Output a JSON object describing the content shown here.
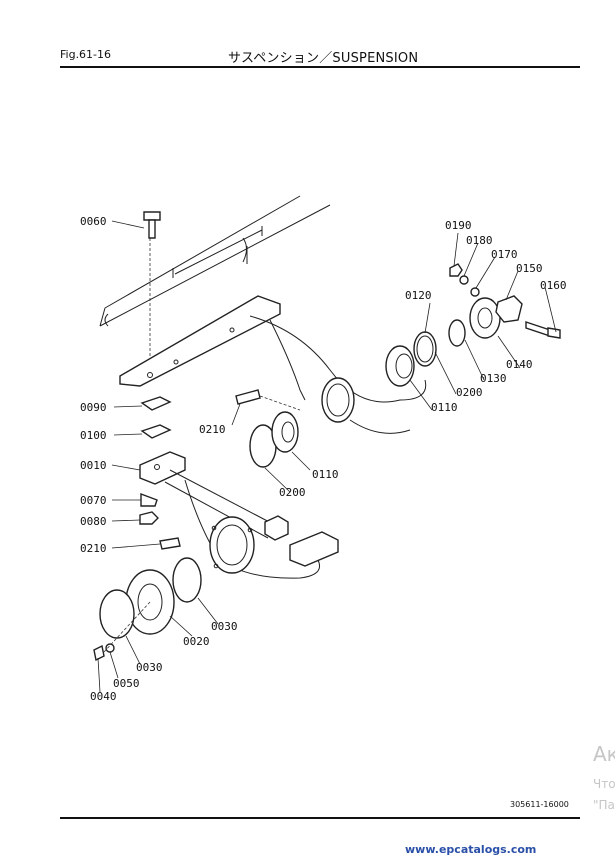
{
  "header": {
    "fig": "Fig.61-16",
    "title": "サスペンション／SUSPENSION"
  },
  "footer": {
    "doc_number": "305611-16000",
    "watermark": "www.epcatalogs.com"
  },
  "overlay_text": {
    "line1": "Ак",
    "line2": "Что",
    "line3": "\"Па"
  },
  "callouts": [
    "0060",
    "0190",
    "0180",
    "0170",
    "0150",
    "0160",
    "0120",
    "0140",
    "0130",
    "0200",
    "0110",
    "0090",
    "0100",
    "0210",
    "0110",
    "0010",
    "0200",
    "0070",
    "0080",
    "0210",
    "0030",
    "0020",
    "0030",
    "0050",
    "0040"
  ]
}
